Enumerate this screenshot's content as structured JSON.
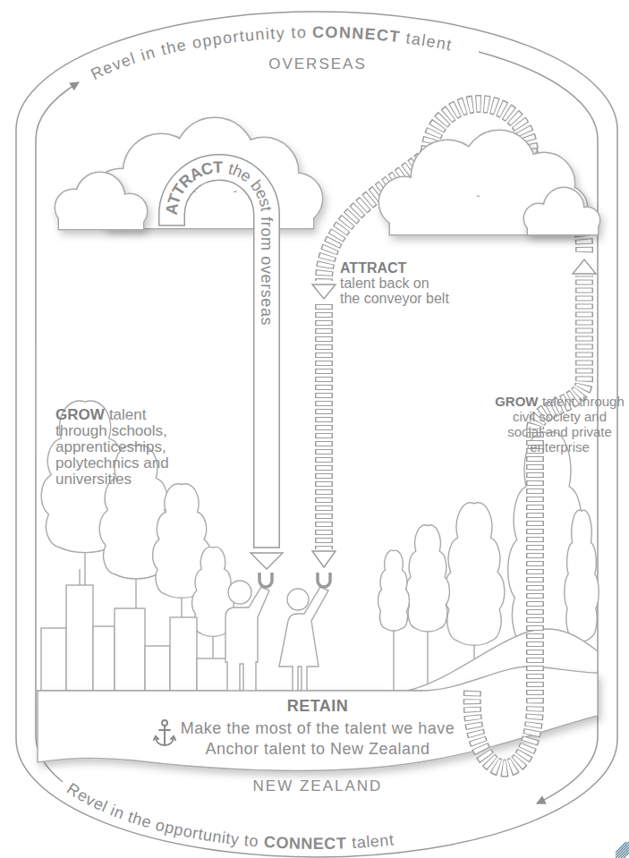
{
  "diagram": {
    "nodes": [
      {
        "text": [
          "ATTRACT",
          "the best from overseas"
        ]
      },
      {
        "text": [
          "RETAIN",
          "Make the most of the talent we have",
          "Anchor talent to New Zealand"
        ]
      }
    ],
    "labels": [
      "Revel in the opportunity to",
      "CONNECT",
      "talent",
      "OVERSEAS",
      "ATTRACT",
      "talent back on the conveyor belt",
      "GROW",
      "talent through schools, apprenticeships, polytechnics and universities",
      "GROW",
      "talent through civil society and social and private enterprise",
      "NEW ZEALAND",
      "Revel in the opportunity to",
      "CONNECT",
      "talent"
    ]
  }
}
